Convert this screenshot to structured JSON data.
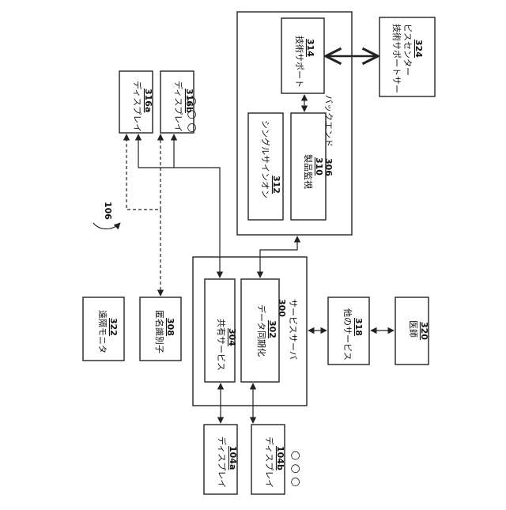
{
  "figure_ref": "106",
  "ellipsis": "○ ○ ○",
  "boxes": {
    "remote_monitor": {
      "label": "遠隔モニタ",
      "num": "322"
    },
    "anon_id": {
      "label": "匿名識別子",
      "num": "308"
    },
    "display_316a": {
      "label": "ディスプレイ",
      "num": "316a"
    },
    "display_316b": {
      "label": "ディスプレイ",
      "num": "316b"
    },
    "tech_support": {
      "label": "技術サポート",
      "num": "314"
    },
    "tech_center": {
      "label1": "技術サポートサー",
      "label2": "ビスセンター",
      "num": "324"
    },
    "sso": {
      "label": "シングルサインオン",
      "num": "312"
    },
    "product_monitor": {
      "label": "製品監視",
      "num": "310"
    },
    "backend": {
      "label": "バックエンド",
      "num": "306"
    },
    "shared_service": {
      "label": "共有サービス",
      "num": "304"
    },
    "data_sync": {
      "label": "データ同期化",
      "num": "302"
    },
    "service_server": {
      "label": "サービスサーバ",
      "num": "300"
    },
    "other_service": {
      "label": "他のサービス",
      "num": "318"
    },
    "doctor": {
      "label": "医師",
      "num": "320"
    },
    "display_104a": {
      "label": "ディスプレイ",
      "num": "104a"
    },
    "display_104b": {
      "label": "ディスプレイ",
      "num": "104b"
    }
  }
}
